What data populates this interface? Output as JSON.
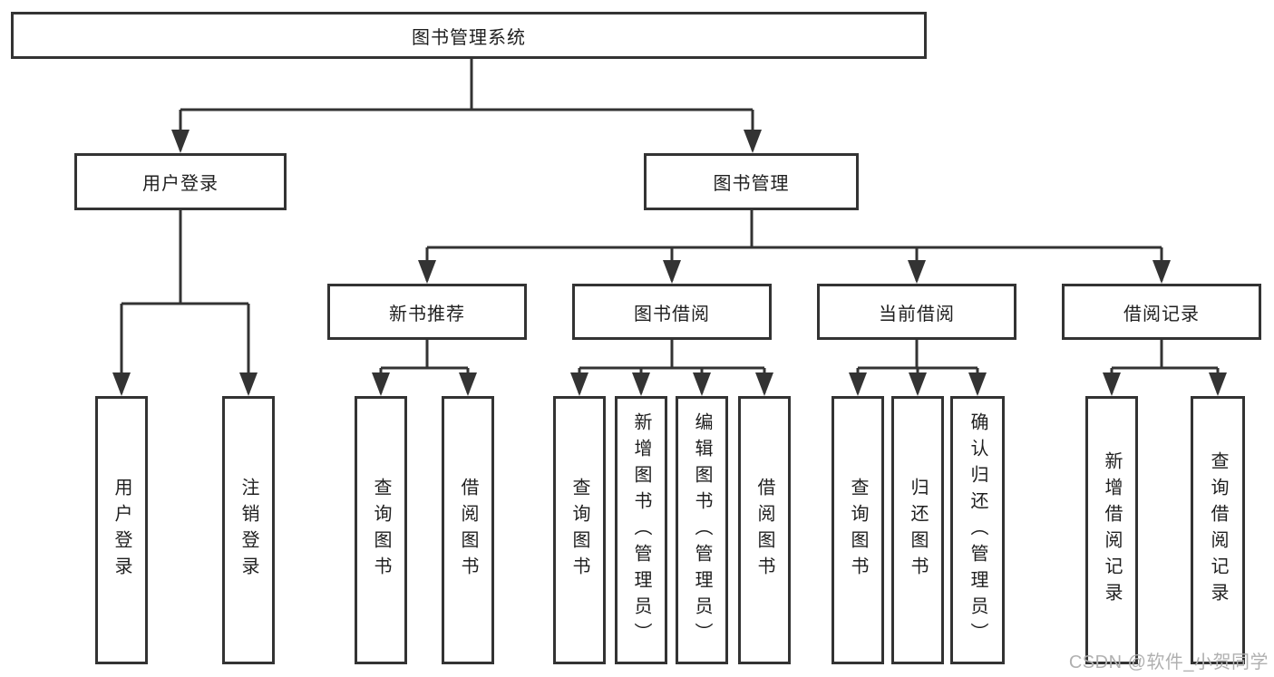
{
  "colors": {
    "line": "#333333",
    "text": "#1f1f1f",
    "watermark": "#b0b0b0",
    "background": "#ffffff"
  },
  "nodes": {
    "root": "图书管理系统",
    "level2": [
      "用户登录",
      "图书管理"
    ],
    "level3": [
      "新书推荐",
      "图书借阅",
      "当前借阅",
      "借阅记录"
    ],
    "level4": {
      "user_login": [
        "用户登录",
        "注销登录"
      ],
      "new_books": [
        "查询图书",
        "借阅图书"
      ],
      "book_borrow": [
        "查询图书",
        "新增图书（管理员）",
        "编辑图书（管理员）",
        "借阅图书"
      ],
      "current_borrow": [
        "查询图书",
        "归还图书",
        "确认归还（管理员）"
      ],
      "borrow_records": [
        "新增借阅记录",
        "查询借阅记录"
      ]
    }
  },
  "watermark": "CSDN @软件_小贺同学"
}
